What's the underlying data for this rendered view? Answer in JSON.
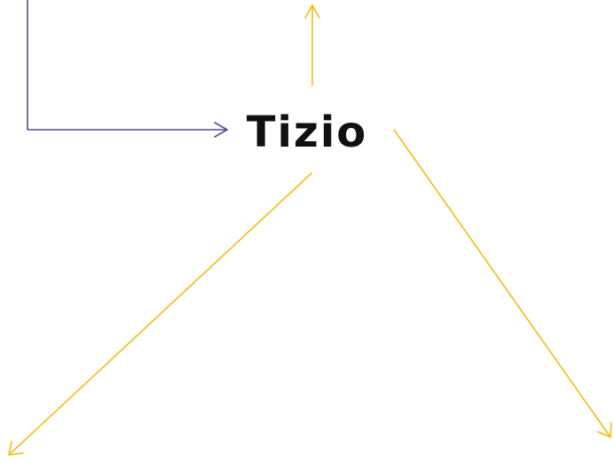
{
  "node": {
    "label": "Tizio"
  },
  "colors": {
    "incoming_arrow": "#4f4d8c",
    "outgoing_arrows": "#f4bb12",
    "text": "#111111",
    "background": "#ffffff"
  },
  "arrows": [
    {
      "id": "incoming-from-left",
      "direction": "into-node",
      "color": "#4f4d8c"
    },
    {
      "id": "outgoing-up",
      "direction": "out-of-node",
      "color": "#f4bb12"
    },
    {
      "id": "outgoing-down-left",
      "direction": "out-of-node",
      "color": "#f4bb12"
    },
    {
      "id": "outgoing-down-right",
      "direction": "out-of-node",
      "color": "#f4bb12"
    }
  ]
}
